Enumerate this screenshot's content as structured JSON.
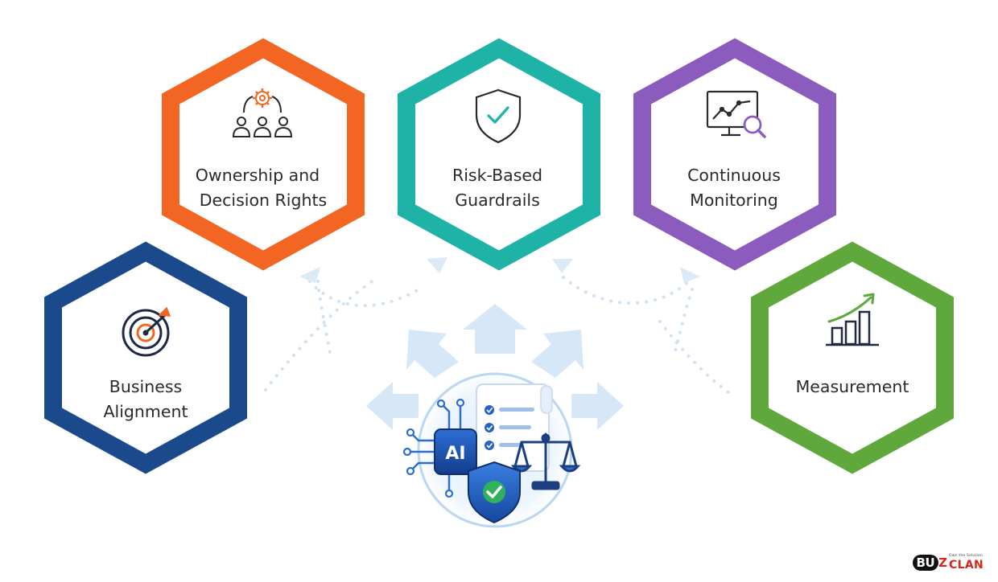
{
  "hexagons": {
    "ownership": {
      "line1": "Ownership and",
      "line2": "Decision Rights",
      "color": "#f26522",
      "icon": "team-gear-icon"
    },
    "guardrails": {
      "line1": "Risk-Based",
      "line2": "Guardrails",
      "color": "#1fb3a8",
      "icon": "shield-check-icon"
    },
    "monitoring": {
      "line1": "Continuous",
      "line2": "Monitoring",
      "color": "#8b5bbd",
      "icon": "monitor-chart-icon"
    },
    "alignment": {
      "line1": "Business",
      "line2": "Alignment",
      "color": "#1b4a8c",
      "icon": "target-arrow-icon"
    },
    "measurement": {
      "line1": "Measurement",
      "color": "#5fa83c",
      "icon": "bar-chart-growth-icon"
    }
  },
  "center": {
    "chip_label": "AI",
    "icons": [
      "ai-chip-icon",
      "document-checklist-icon",
      "scales-icon",
      "shield-check-icon"
    ]
  },
  "brand": {
    "part1": "BU",
    "part2": "Z",
    "tagline": "Own the Solution",
    "part3": "CLAN"
  }
}
